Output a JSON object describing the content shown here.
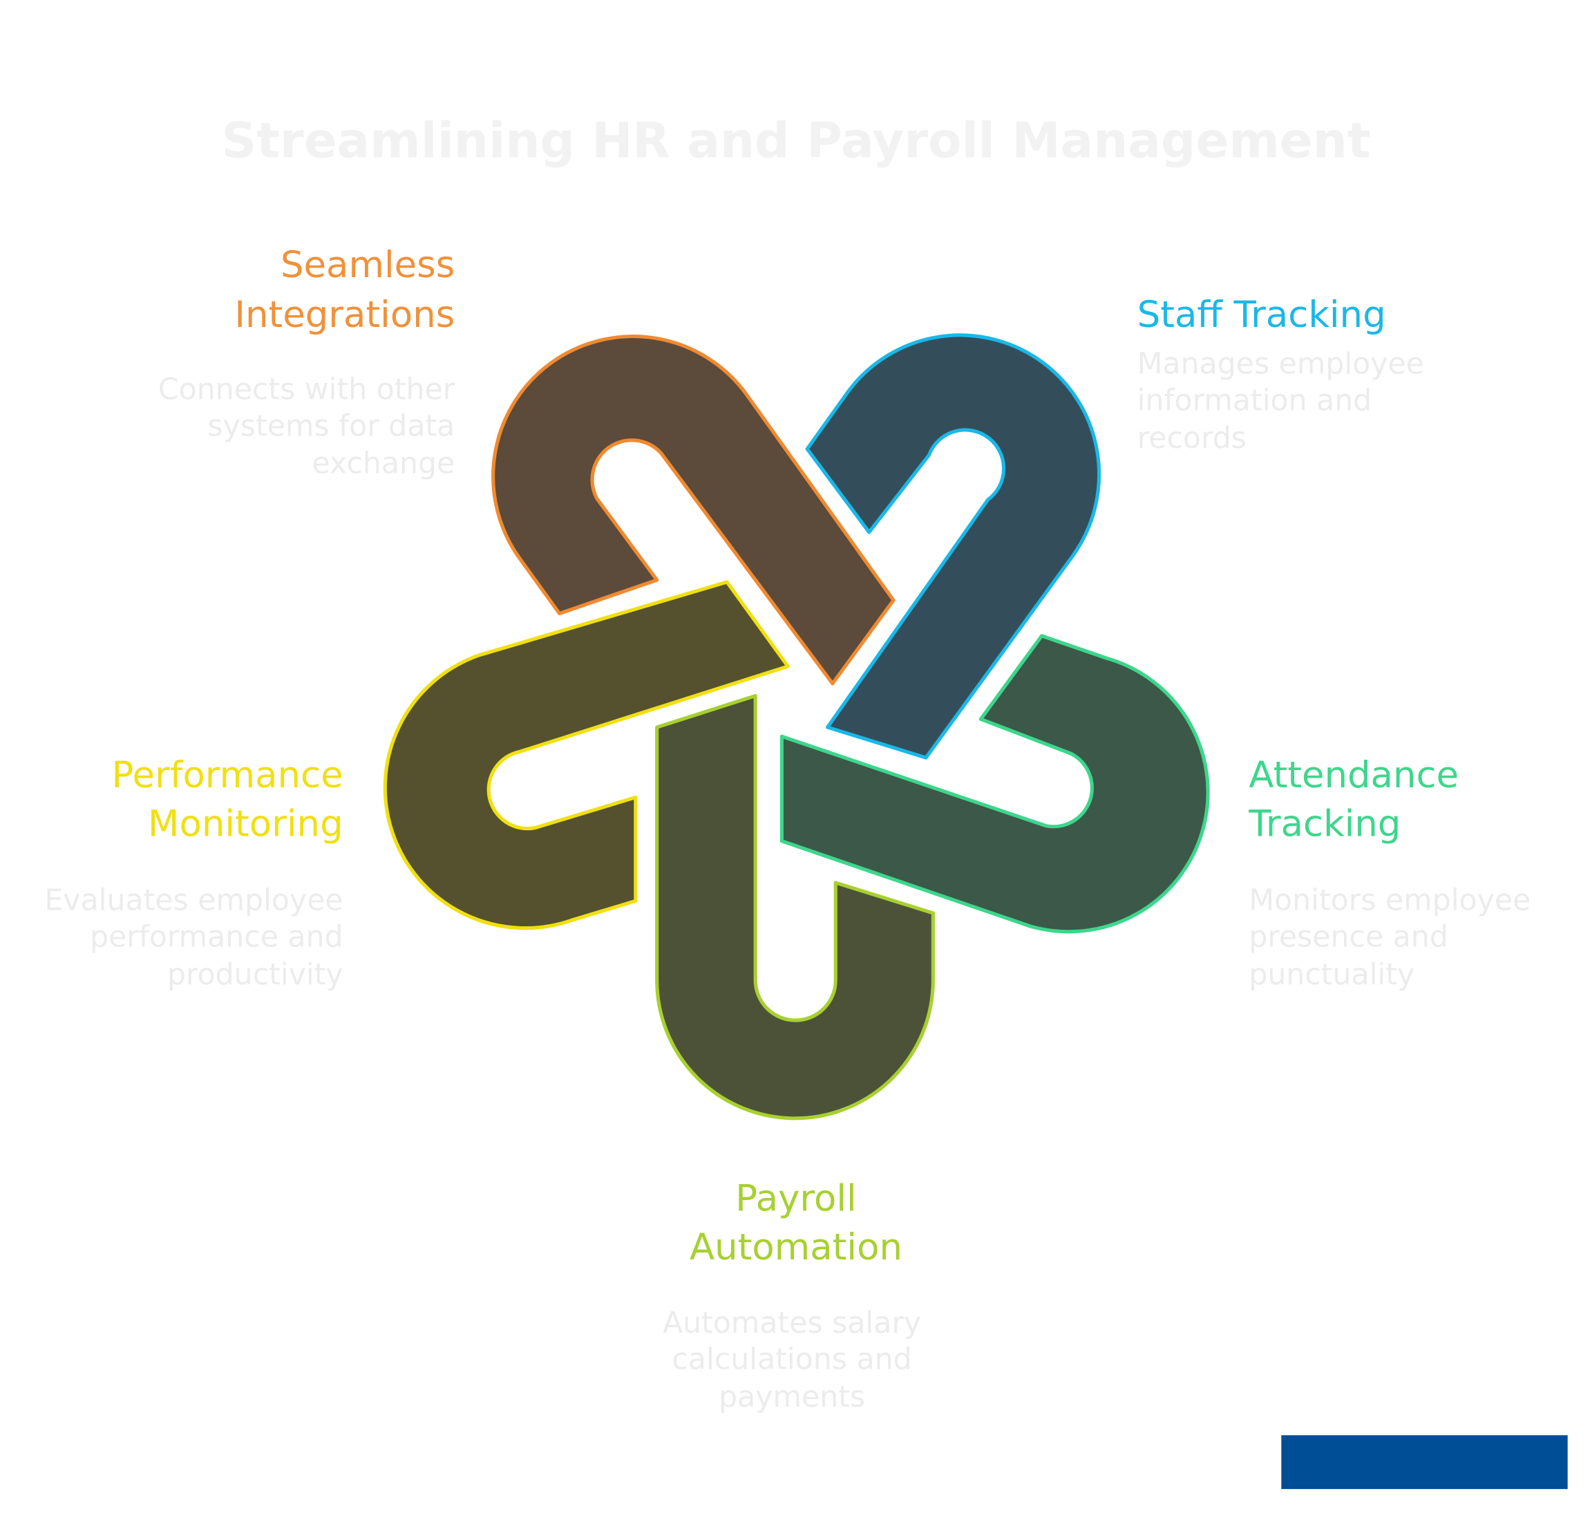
{
  "title": "Streamlining HR and Payroll Management",
  "items": [
    {
      "name": "seamless-integrations",
      "title_lines": [
        "Seamless",
        "Integrations"
      ],
      "desc_lines": [
        "Connects with other",
        "systems for data",
        "exchange"
      ],
      "color": "#f0913a",
      "fill": "#5c4a3a"
    },
    {
      "name": "staff-tracking",
      "title_lines": [
        "Staff Tracking"
      ],
      "desc_lines": [
        "Manages employee",
        "information and",
        "records"
      ],
      "color": "#1ab8e8",
      "fill": "#334e5a"
    },
    {
      "name": "attendance-tracking",
      "title_lines": [
        "Attendance",
        "Tracking"
      ],
      "desc_lines": [
        "Monitors employee",
        "presence and",
        "punctuality"
      ],
      "color": "#3dd68c",
      "fill": "#3b5848"
    },
    {
      "name": "payroll-automation",
      "title_lines": [
        "Payroll",
        "Automation"
      ],
      "desc_lines": [
        "Automates salary",
        "calculations and",
        "payments"
      ],
      "color": "#a8d030",
      "fill": "#4b5238"
    },
    {
      "name": "performance-monitoring",
      "title_lines": [
        "Performance",
        "Monitoring"
      ],
      "desc_lines": [
        "Evaluates employee",
        "performance and",
        "productivity"
      ],
      "color": "#f0e010",
      "fill": "#55502e"
    }
  ],
  "footer_bar_color": "#004e95"
}
